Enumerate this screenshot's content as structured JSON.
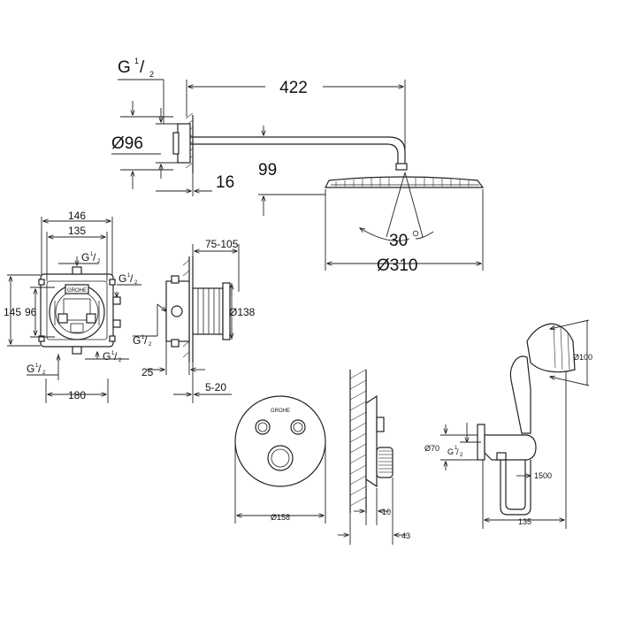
{
  "shower_arm_view": {
    "thread": "G",
    "thread_num": "1",
    "thread_den": "2",
    "arm_length": "422",
    "flange_dia": "Ø96",
    "wall_offset": "16",
    "drop_height": "99",
    "tilt_angle": "30",
    "head_dia": "Ø310"
  },
  "rough_in_box_view": {
    "width_outer": "146",
    "width_inner": "135",
    "height_outer": "145",
    "height_inner": "96",
    "bottom_width": "180",
    "thread": "G",
    "thread_num": "1",
    "thread_den": "2",
    "logo": "GROHE"
  },
  "rough_in_side_view": {
    "depth_range": "75-105",
    "body_dia": "Ø138",
    "base_depth": "25",
    "cover_range": "5-20",
    "thread": "G",
    "thread_num": "1",
    "thread_den": "2"
  },
  "trim_view": {
    "plate_dia": "Ø158",
    "logo": "GROHE"
  },
  "trim_side_view": {
    "plate_thickness": "10",
    "projection": "43"
  },
  "hand_shower_view": {
    "head_dia": "Ø100",
    "elbow_dia": "Ø70",
    "thread": "G",
    "thread_num": "1",
    "thread_den": "2",
    "hose_length": "1500",
    "projection": "135"
  }
}
